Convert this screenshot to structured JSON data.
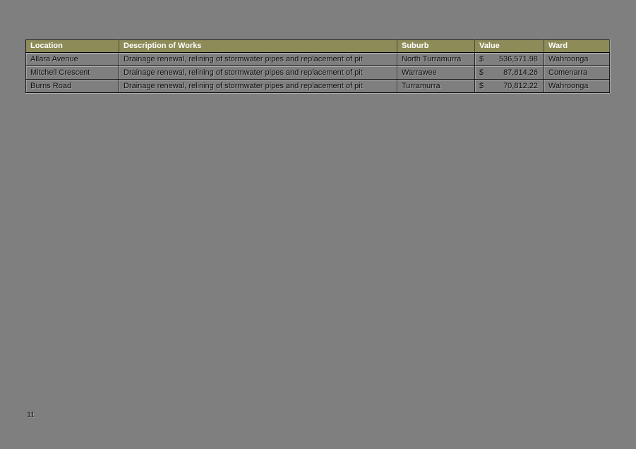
{
  "page": {
    "background": "#7f7f7f",
    "page_number": "11"
  },
  "table": {
    "header_bg": "#8d8c58",
    "header_text_color": "#ffffff",
    "headers": [
      "Location",
      "Description of Works",
      "Suburb",
      "Value",
      "Ward"
    ],
    "rows": [
      {
        "location": "Allara Avenue",
        "description": "Drainage renewal, relining of stormwater pipes and replacement of pit",
        "suburb": "North Turramurra",
        "currency": "$",
        "value": "536,571.98",
        "ward": "Wahroonga"
      },
      {
        "location": "Mitchell Crescent",
        "description": "Drainage renewal, relining of stormwater pipes and replacement of pit",
        "suburb": "Warrawee",
        "currency": "$",
        "value": "87,814.26",
        "ward": "Comenarra"
      },
      {
        "location": "Burns Road",
        "description": "Drainage renewal, relining of stormwater pipes and replacement of pit",
        "suburb": "Turramurra",
        "currency": "$",
        "value": "70,812.22",
        "ward": "Wahroonga"
      }
    ]
  }
}
